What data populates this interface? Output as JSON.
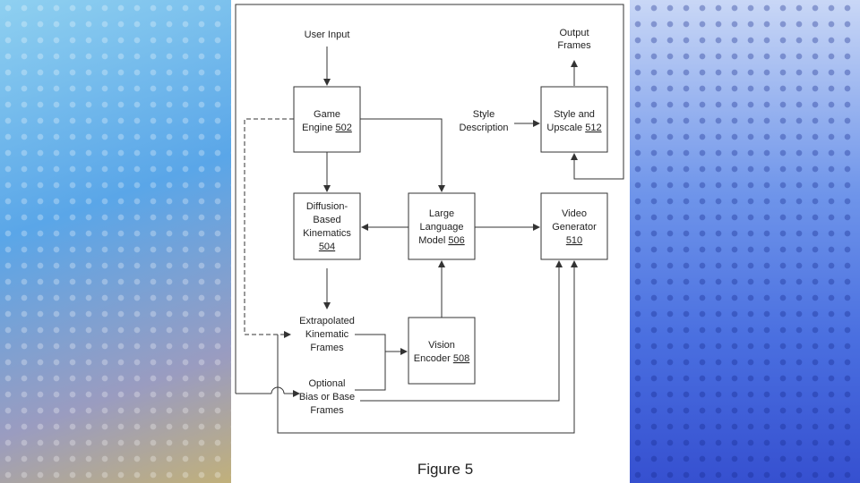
{
  "diagram": {
    "caption": "Figure 5",
    "nodes": {
      "user_input": "User Input",
      "output_frames": [
        "Output",
        "Frames"
      ],
      "style_description": [
        "Style",
        "Description"
      ],
      "game_engine": {
        "lines": [
          "Game",
          "Engine "
        ],
        "ref": "502"
      },
      "style_upscale": {
        "lines": [
          "Style and",
          "Upscale "
        ],
        "ref": "512"
      },
      "diffusion": {
        "lines": [
          "Diffusion-",
          "Based",
          "Kinematics"
        ],
        "ref": "504"
      },
      "llm": {
        "lines": [
          "Large",
          "Language",
          "Model "
        ],
        "ref": "506"
      },
      "video_generator": {
        "lines": [
          "Video",
          "Generator"
        ],
        "ref": "510"
      },
      "extrapolated": [
        "Extrapolated",
        "Kinematic",
        "Frames"
      ],
      "vision_encoder": {
        "lines": [
          "Vision",
          "Encoder "
        ],
        "ref": "508"
      },
      "optional_bias": [
        "Optional",
        "Bias or Base",
        "Frames"
      ]
    }
  }
}
